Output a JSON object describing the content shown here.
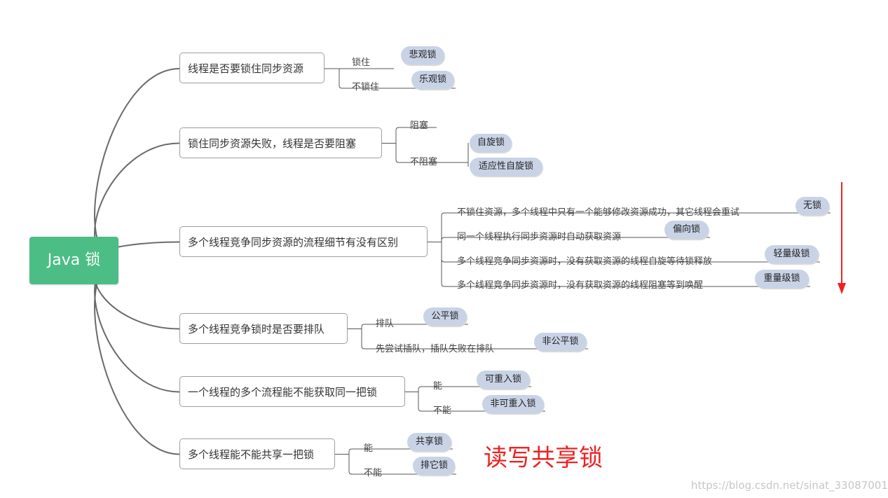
{
  "root": {
    "label": "Java 锁"
  },
  "topics": [
    {
      "label": "线程是否要锁住同步资源",
      "children": [
        {
          "label": "锁住",
          "tags": [
            "悲观锁"
          ]
        },
        {
          "label": "不锁住",
          "tags": [
            "乐观锁"
          ]
        }
      ]
    },
    {
      "label": "锁住同步资源失败，线程是否要阻塞",
      "children": [
        {
          "label": "阻塞",
          "tags": []
        },
        {
          "label": "不阻塞",
          "tags": [
            "自旋锁",
            "适应性自旋锁"
          ]
        }
      ]
    },
    {
      "label": "多个线程竞争同步资源的流程细节有没有区别",
      "children": [
        {
          "label": "不锁住资源，多个线程中只有一个能够修改资源成功，其它线程会重试",
          "tags": [
            "无锁"
          ]
        },
        {
          "label": "同一个线程执行同步资源时自动获取资源",
          "tags": [
            "偏向锁"
          ]
        },
        {
          "label": "多个线程竞争同步资源时，没有获取资源的线程自旋等待锁释放",
          "tags": [
            "轻量级锁"
          ]
        },
        {
          "label": "多个线程竞争同步资源时，没有获取资源的线程阻塞等到唤醒",
          "tags": [
            "重量级锁"
          ]
        }
      ]
    },
    {
      "label": "多个线程竞争锁时是否要排队",
      "children": [
        {
          "label": "排队",
          "tags": [
            "公平锁"
          ]
        },
        {
          "label": "先尝试插队，插队失败在排队",
          "tags": [
            "非公平锁"
          ]
        }
      ]
    },
    {
      "label": "一个线程的多个流程能不能获取同一把锁",
      "children": [
        {
          "label": "能",
          "tags": [
            "可重入锁"
          ]
        },
        {
          "label": "不能",
          "tags": [
            "非可重入锁"
          ]
        }
      ]
    },
    {
      "label": "多个线程能不能共享一把锁",
      "children": [
        {
          "label": "能",
          "tags": [
            "共享锁"
          ]
        },
        {
          "label": "不能",
          "tags": [
            "排它锁"
          ]
        }
      ]
    }
  ],
  "annotation": {
    "text": "读写共享锁",
    "color": "#ee2222"
  },
  "watermark": "https://blog.csdn.net/sinat_33087001",
  "colors": {
    "root": "#4bbd85",
    "tag": "#c9d3e6",
    "line": "#555555",
    "arrow": "#ee2222"
  }
}
